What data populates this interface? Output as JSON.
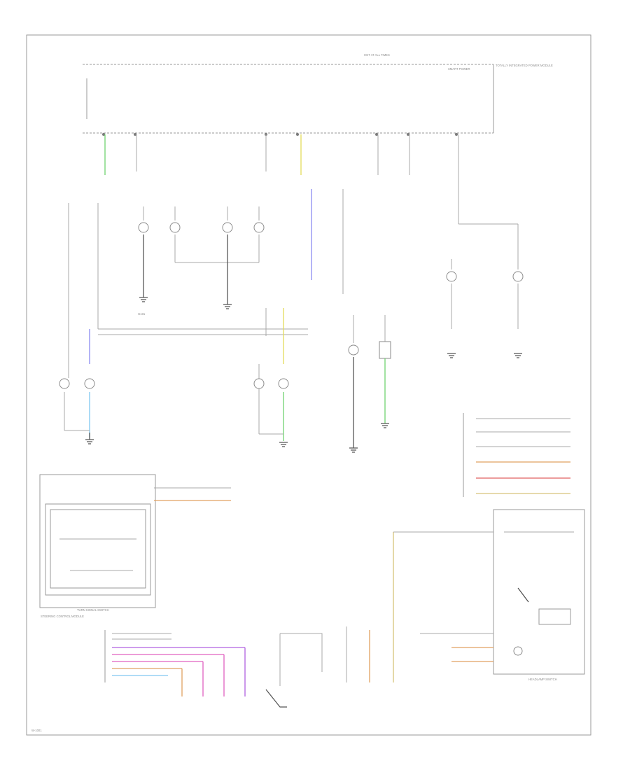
{
  "colors": {
    "frame": "#9a9a9a",
    "wire_gray": "#a8a8a8",
    "wire_green": "#6fd36f",
    "wire_yellow": "#e3dc5a",
    "wire_blue": "#8b8bf0",
    "wire_orange": "#e0a060",
    "wire_pink": "#e060c0",
    "wire_purple": "#b060e0",
    "wire_tan": "#d6c47a",
    "wire_lightblue": "#80c8f0",
    "wire_red": "#e06060"
  },
  "icons": [
    "lamp-icon",
    "ground-icon",
    "connector-icon",
    "switch-icon"
  ],
  "labels": {
    "top_fuse": "HOT AT ALL TIMES",
    "top_module_right": "SMART POWER",
    "totally_integrated_power_module": "TOTALLY INTEGRATED POWER MODULE",
    "headlamp_switch": "HEADLAMP SWITCH",
    "turn_signal_switch": "TURN SIGNAL SWITCH",
    "steering_control_module": "STEERING CONTROL MODULE",
    "ground_bottom_left": "G101",
    "corner_note": "W-1001"
  }
}
